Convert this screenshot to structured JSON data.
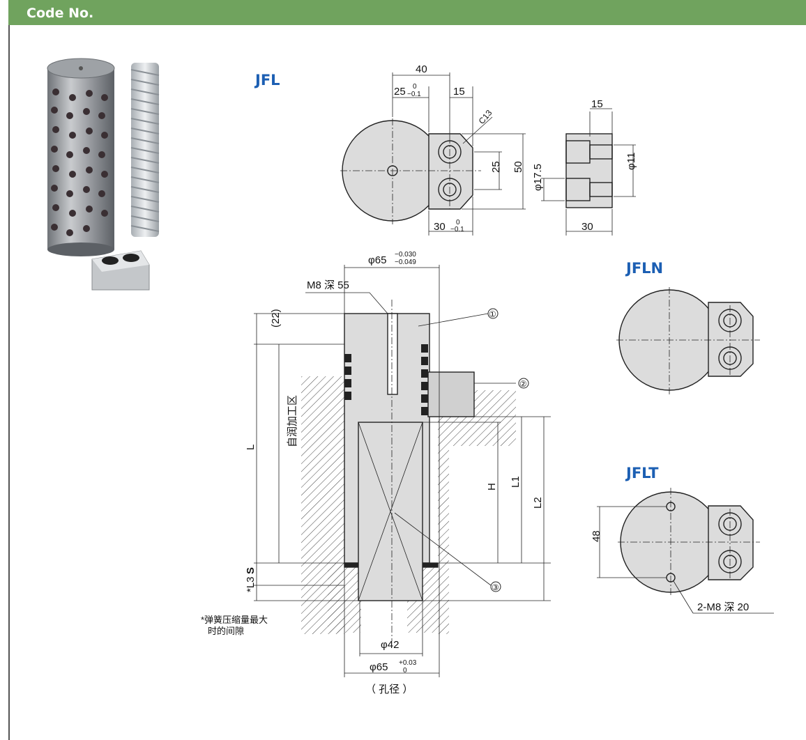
{
  "header": {
    "title": "Code No."
  },
  "variants": {
    "jfl": "JFL",
    "jfln": "JFLN",
    "jflt": "JFLT"
  },
  "jfl_dims": {
    "width40": "40",
    "d25": "25",
    "tol25_upper": "0",
    "tol25_lower": "−0.1",
    "d15_top": "15",
    "c13": "C13",
    "d25_vert": "25",
    "d50": "50",
    "d30": "30",
    "tol30_upper": "0",
    "tol30_lower": "−0.1",
    "side15": "15",
    "phi11": "φ11",
    "phi175": "φ17.5",
    "side30": "30"
  },
  "section_dims": {
    "phi65_top": "φ65",
    "phi65_top_upper": "−0.030",
    "phi65_top_lower": "−0.049",
    "m8": "M8 深 55",
    "d22": "(22)",
    "L": "L",
    "self_lube": "自润加工区",
    "H": "H",
    "L1": "L1",
    "L2": "L2",
    "S": "S",
    "L3": "*L3",
    "phi42": "φ42",
    "phi65_bottom": "φ65",
    "phi65_bottom_upper": "+0.03",
    "phi65_bottom_lower": "0",
    "hole": "（ 孔径 ）",
    "note_line1": "*弹簧压缩量最大",
    "note_line2": "时的间隙",
    "callout1": "①",
    "callout2": "②",
    "callout3": "③"
  },
  "jflt_dims": {
    "d48": "48",
    "m8_tap": "2-M8 深 20"
  }
}
